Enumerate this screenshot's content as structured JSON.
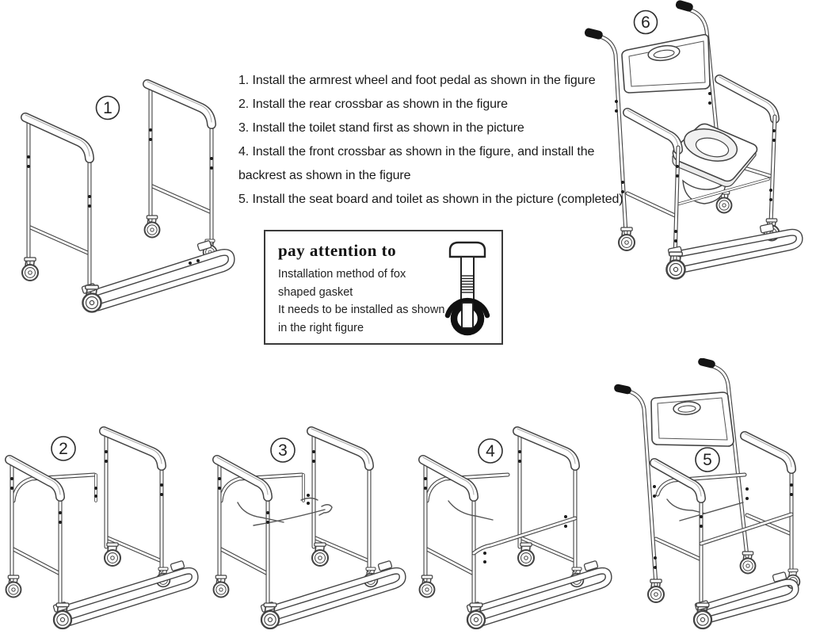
{
  "page": {
    "title": "commode chair assembly instructions"
  },
  "instructions": {
    "lines": [
      "1. Install the armrest wheel and foot pedal as shown in the figure",
      "2. Install the rear crossbar as shown in the figure",
      "3. Install the toilet stand first as shown in the picture",
      "4. Install the front crossbar as shown in the figure, and install the",
      "backrest as shown in the figure",
      "5. Install the seat board and toilet as shown in the picture (completed)"
    ]
  },
  "attention": {
    "title": "pay attention to",
    "body_lines": [
      "Installation method of fox",
      "shaped gasket",
      "It needs to be installed as shown",
      "in the right figure"
    ],
    "icon": "bolt-and-gasket-icon"
  },
  "figures": {
    "step1": {
      "number": "1",
      "name": "side-frames-with-casters-and-foot-pedal"
    },
    "step2": {
      "number": "2",
      "name": "rear-crossbar-installed"
    },
    "step3": {
      "number": "3",
      "name": "toilet-stand-installed"
    },
    "step4": {
      "number": "4",
      "name": "front-crossbar-installed"
    },
    "step5": {
      "number": "5",
      "name": "backrest-installed"
    },
    "step6": {
      "number": "6",
      "name": "completed-commode-chair"
    }
  },
  "colors": {
    "line": "#444444",
    "grip": "#141414",
    "text": "#1a1a1a",
    "background": "#ffffff"
  }
}
